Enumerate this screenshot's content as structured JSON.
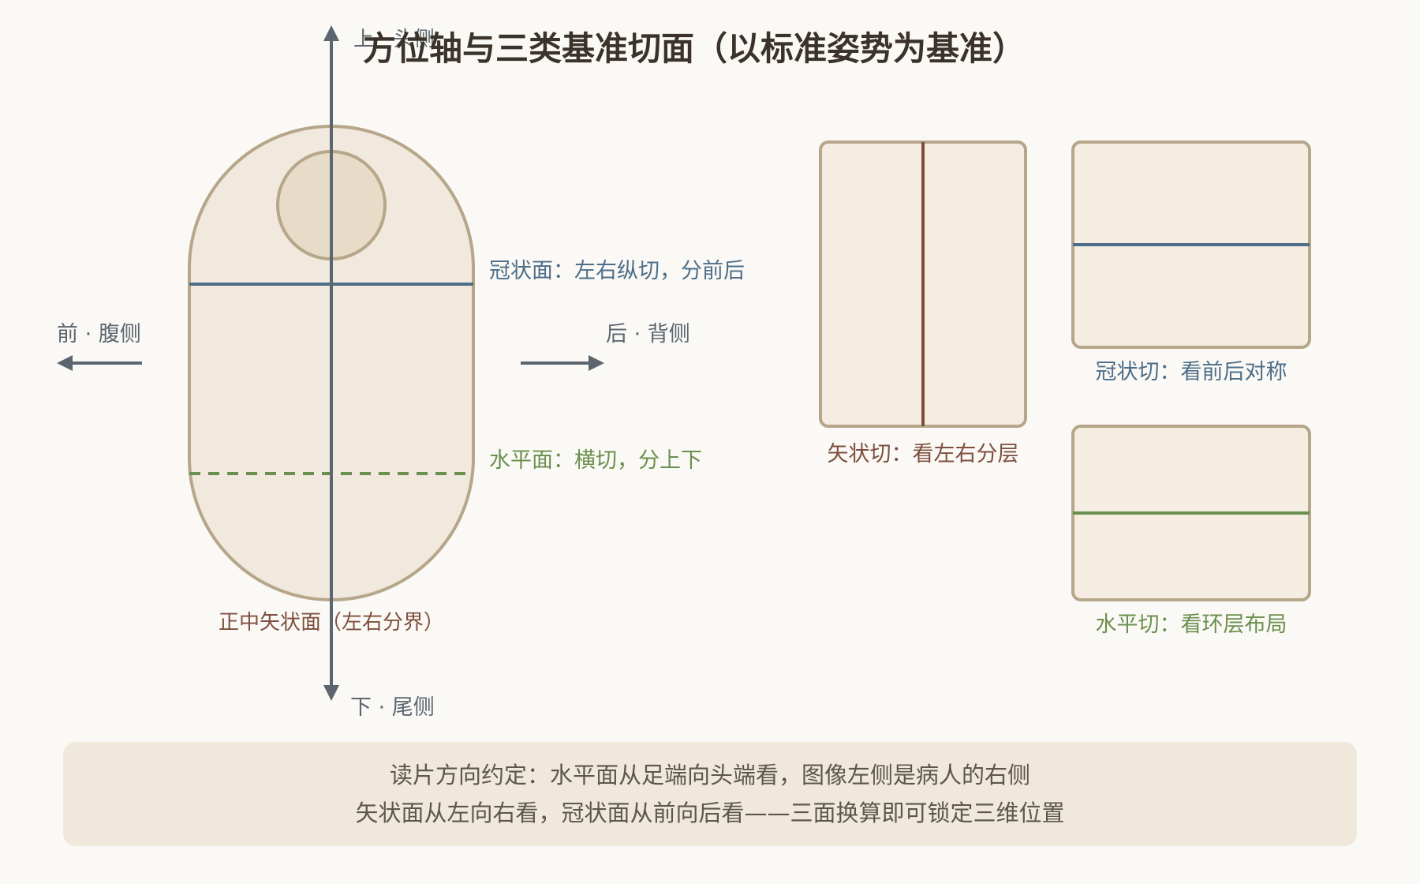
{
  "title": "方位轴与三类基准切面（以标准姿势为基准）",
  "axes": {
    "up": "上 · 头侧",
    "down": "下 · 尾侧",
    "front": "前 · 腹侧",
    "back": "后 · 背侧"
  },
  "planes": {
    "coronal": "冠状面：左右纵切，分前后",
    "horizontal": "水平面：横切，分上下",
    "midsagittal": "正中矢状面（左右分界）"
  },
  "sections": {
    "sagittal": "矢状切：看左右分层",
    "coronal": "冠状切：看前后对称",
    "horizontal": "水平切：看环层布局"
  },
  "note": {
    "line1": "读片方向约定：水平面从足端向头端看，图像左侧是病人的右侧",
    "line2": "矢状面从左向右看，冠状面从前向后看——三面换算即可锁定三维位置"
  },
  "colors": {
    "axis": "#5b6670",
    "sagittal": "#7e4f3e",
    "coronal": "#4d6e89",
    "horizontal": "#6b8f4e",
    "body_fill": "#f1e9dd",
    "body_stroke": "#b6a68a",
    "head_fill": "#e7dcc8"
  }
}
